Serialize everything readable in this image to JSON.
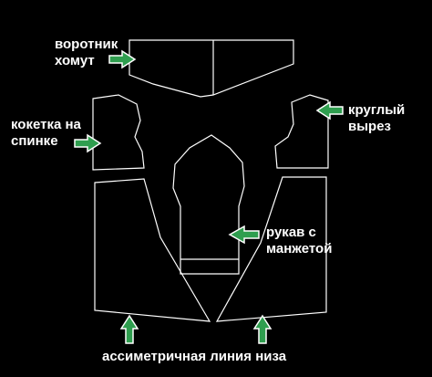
{
  "colors": {
    "background": "#000000",
    "outline": "#ffffff",
    "arrow": "#2f9e4f",
    "arrow_border": "#ffffff",
    "label": "#ffffff"
  },
  "labels": {
    "collar": {
      "line1": "воротник",
      "line2": "хомут"
    },
    "back_yoke": {
      "line1": "кокетка на",
      "line2": "спинке"
    },
    "round_neck": {
      "line1": "круглый",
      "line2": "вырез"
    },
    "sleeve": {
      "line1": "рукав с",
      "line2": "манжетой"
    },
    "hem": {
      "line1": "ассиметричная линия низа"
    }
  },
  "icons": {
    "collar_arrow": "arrow-right-icon",
    "back_yoke_arrow": "arrow-right-icon",
    "round_neck_arrow": "arrow-left-icon",
    "sleeve_arrow": "arrow-left-icon",
    "hem_arrow_left": "arrow-up-icon",
    "hem_arrow_right": "arrow-up-icon"
  }
}
